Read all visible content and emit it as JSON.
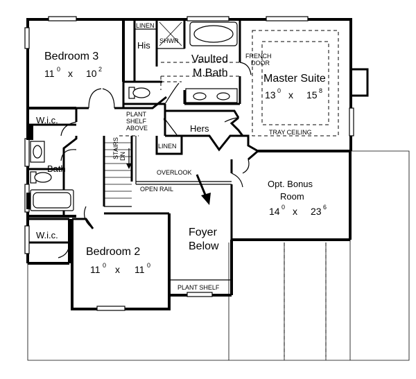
{
  "rooms": {
    "bedroom3": {
      "name": "Bedroom 3",
      "w": "11",
      "w_sup": "0",
      "x": "x",
      "d": "10",
      "d_sup": "2"
    },
    "master": {
      "name": "Master Suite",
      "w": "13",
      "w_sup": "0",
      "x": "x",
      "d": "15",
      "d_sup": "8"
    },
    "bonus": {
      "name1": "Opt. Bonus",
      "name2": "Room",
      "w": "14",
      "w_sup": "0",
      "x": "x",
      "d": "23",
      "d_sup": "6"
    },
    "bedroom2": {
      "name": "Bedroom 2",
      "w": "11",
      "w_sup": "0",
      "x": "x",
      "d": "11",
      "d_sup": "0"
    },
    "foyer": {
      "line1": "Foyer",
      "line2": "Below"
    },
    "mbath": {
      "line1": "Vaulted",
      "line2": "M.Bath"
    }
  },
  "labels": {
    "his": "His",
    "hers": "Hers",
    "bath": "Bath",
    "wic_top": "W.i.c.",
    "wic_bottom": "W.i.c.",
    "linen_top": "LINEN",
    "linen_mid": "LINEN",
    "shwr": "SHWR",
    "french1": "FRENCH",
    "french2": "DOOR",
    "tray": "TRAY CEILING",
    "plant1": "PLANT",
    "plant2": "SHELF",
    "plant3": "ABOVE",
    "stairs": "STAIRS",
    "dn": "DN",
    "overlook": "OVERLOOK",
    "open_rail": "OPEN RAIL",
    "plant_shelf": "PLANT SHELF"
  }
}
